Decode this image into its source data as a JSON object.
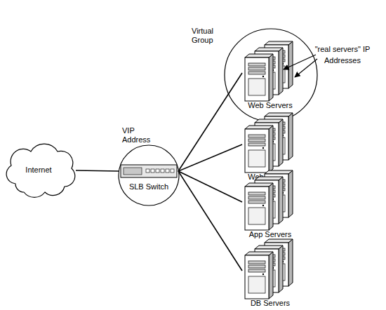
{
  "diagram": {
    "nodes": [
      {
        "text": [
          "Internet"
        ]
      },
      {
        "text": [
          "VIP Address"
        ]
      },
      {
        "text": [
          "SLB Switch"
        ],
        "in": 1
      },
      {
        "text": [
          "Virtual Group"
        ]
      },
      {
        "text": [
          "Web Servers"
        ],
        "in": 3
      },
      {
        "text": [
          "Web Servers"
        ]
      },
      {
        "text": [
          "App Servers"
        ]
      },
      {
        "text": [
          "DB Servers"
        ]
      }
    ],
    "edges": [
      {
        "from": 0,
        "to": 2,
        "arrow": "none"
      },
      {
        "from": 2,
        "to": 4,
        "arrow": "none"
      },
      {
        "from": 2,
        "to": 5,
        "arrow": "none"
      },
      {
        "from": 2,
        "to": 6,
        "arrow": "none"
      },
      {
        "from": 2,
        "to": 7,
        "arrow": "none"
      }
    ],
    "labels": [
      "\"real servers\" IP Addresses"
    ]
  }
}
